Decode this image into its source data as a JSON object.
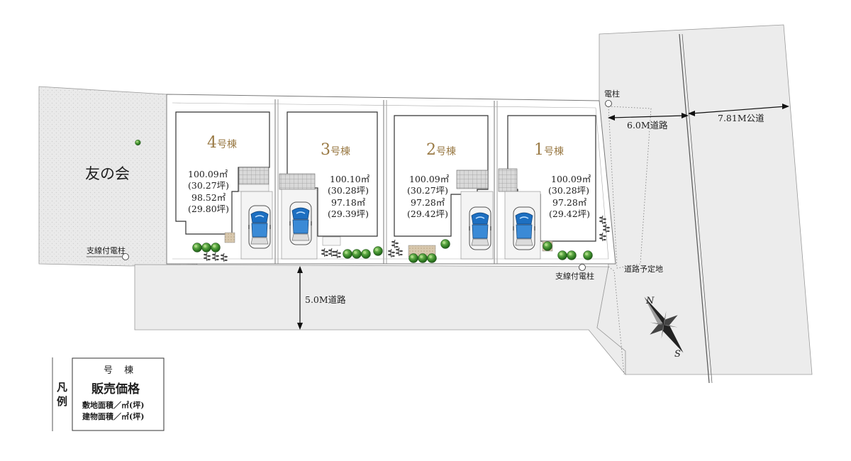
{
  "neighbor": {
    "label": "友の会"
  },
  "lots": [
    {
      "id": "4",
      "title_num": "4",
      "title_suffix": "号棟",
      "land_m2": "100.09㎡",
      "land_tsubo": "(30.27坪)",
      "building_m2": "98.52㎡",
      "building_tsubo": "(29.80坪)"
    },
    {
      "id": "3",
      "title_num": "3",
      "title_suffix": "号棟",
      "land_m2": "100.10㎡",
      "land_tsubo": "(30.28坪)",
      "building_m2": "97.18㎡",
      "building_tsubo": "(29.39坪)"
    },
    {
      "id": "2",
      "title_num": "2",
      "title_suffix": "号棟",
      "land_m2": "100.09㎡",
      "land_tsubo": "(30.27坪)",
      "building_m2": "97.28㎡",
      "building_tsubo": "(29.42坪)"
    },
    {
      "id": "1",
      "title_num": "1",
      "title_suffix": "号棟",
      "land_m2": "100.09㎡",
      "land_tsubo": "(30.28坪)",
      "building_m2": "97.28㎡",
      "building_tsubo": "(29.42坪)"
    }
  ],
  "roads": {
    "front_road": "5.0M道路",
    "side_road": "6.0M道路",
    "public_road": "7.81M公道",
    "planned_road": "道路予定地"
  },
  "poles": {
    "pole_top": "電柱",
    "pole_left": "支線付電柱",
    "pole_right": "支線付電柱"
  },
  "compass": {
    "north": "N",
    "south": "S"
  },
  "legend": {
    "side": "凡例",
    "line1": "号 棟",
    "line2": "販売価格",
    "line3": "敷地面積／㎡(坪)",
    "line4": "建物面積／㎡(坪)"
  },
  "colors": {
    "road": "#ececec",
    "neighbor": "#e9e9e9",
    "building_title": "#9a7a45",
    "car_blue": "#1d6fc1"
  }
}
